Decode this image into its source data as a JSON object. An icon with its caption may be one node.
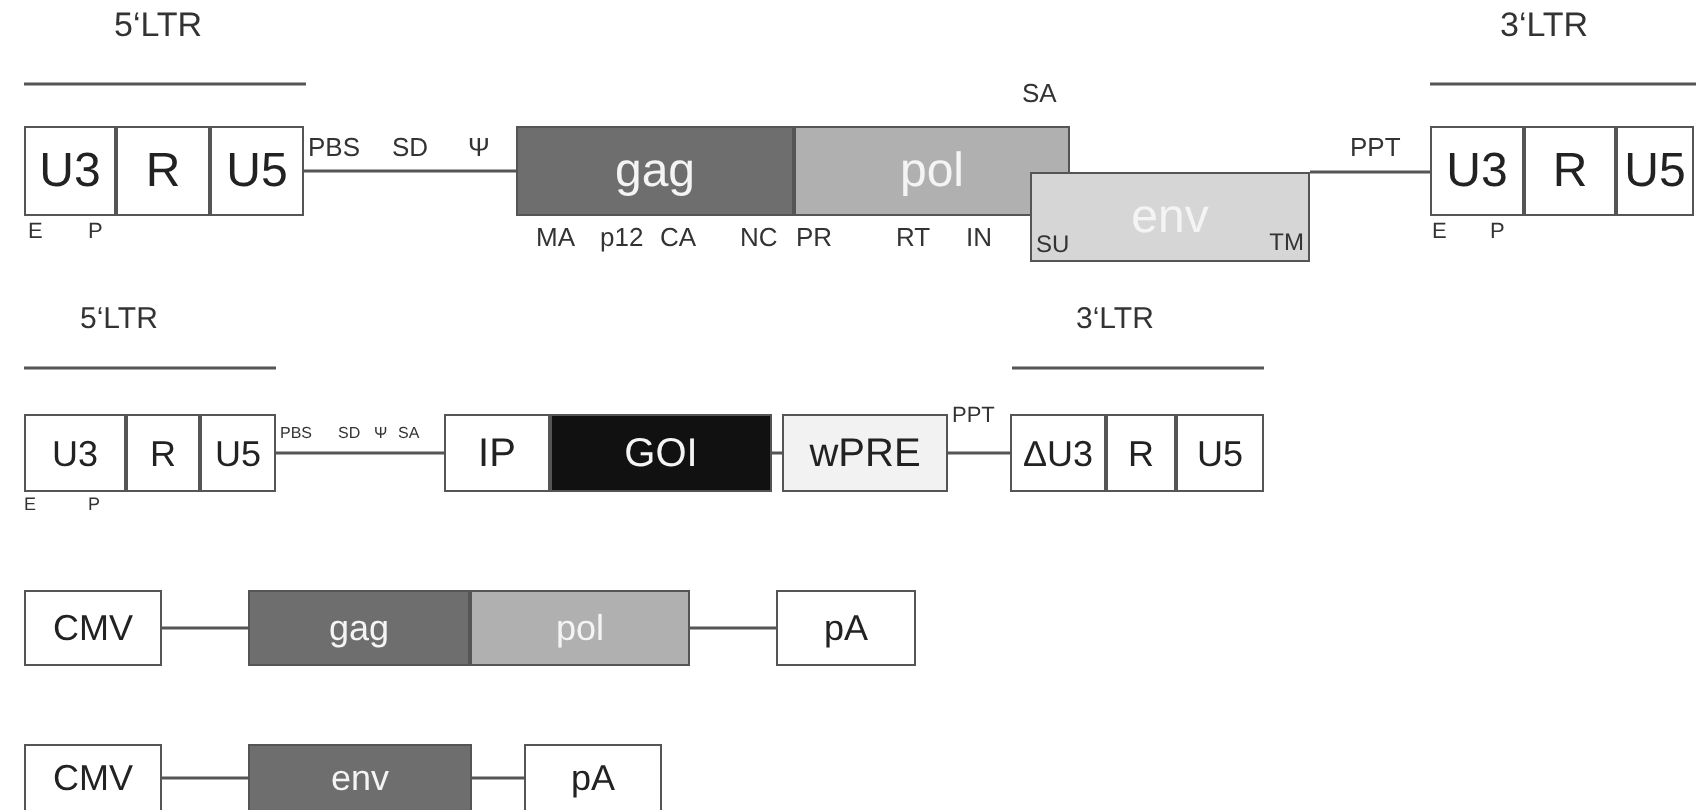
{
  "diagram": {
    "nodes": [
      {
        "text": [
          "U3"
        ]
      },
      {
        "text": [
          "R"
        ]
      },
      {
        "text": [
          "U5"
        ]
      },
      {
        "text": [
          "gag"
        ]
      },
      {
        "text": [
          "pol"
        ]
      },
      {
        "text": [
          "env",
          "SU",
          "TM"
        ]
      },
      {
        "text": [
          "U3"
        ]
      },
      {
        "text": [
          "R"
        ]
      },
      {
        "text": [
          "U5"
        ]
      },
      {
        "text": [
          "U3"
        ]
      },
      {
        "text": [
          "R"
        ]
      },
      {
        "text": [
          "U5"
        ]
      },
      {
        "text": [
          "IP"
        ]
      },
      {
        "text": [
          "GOI"
        ]
      },
      {
        "text": [
          "wPRE"
        ]
      },
      {
        "text": [
          "ΔU3"
        ]
      },
      {
        "text": [
          "R"
        ]
      },
      {
        "text": [
          "U5"
        ]
      },
      {
        "text": [
          "CMV"
        ]
      },
      {
        "text": [
          "gag"
        ]
      },
      {
        "text": [
          "pol"
        ]
      },
      {
        "text": [
          "pA"
        ]
      },
      {
        "text": [
          "CMV"
        ]
      },
      {
        "text": [
          "env"
        ]
      },
      {
        "text": [
          "pA"
        ]
      }
    ],
    "edges": [
      {
        "from": 2,
        "to": 3,
        "arrow": "none"
      },
      {
        "from": 5,
        "to": 6,
        "arrow": "none"
      },
      {
        "from": 11,
        "to": 12,
        "arrow": "none"
      },
      {
        "from": 13,
        "to": 14,
        "arrow": "none"
      },
      {
        "from": 14,
        "to": 15,
        "arrow": "none"
      },
      {
        "from": 18,
        "to": 19,
        "arrow": "none"
      },
      {
        "from": 20,
        "to": 21,
        "arrow": "none"
      },
      {
        "from": 22,
        "to": 23,
        "arrow": "none"
      },
      {
        "from": 23,
        "to": 24,
        "arrow": "none"
      }
    ],
    "labels": [
      "5‘LTR",
      "3‘LTR",
      "SA",
      "PBS",
      "SD",
      "Ψ",
      "PPT",
      "E",
      "P",
      "MA",
      "p12",
      "CA",
      "NC",
      "PR",
      "RT",
      "IN",
      "E",
      "P",
      "5‘LTR",
      "3‘LTR",
      "PBS",
      "SD",
      "Ψ",
      "SA",
      "PPT",
      "E",
      "P"
    ]
  }
}
